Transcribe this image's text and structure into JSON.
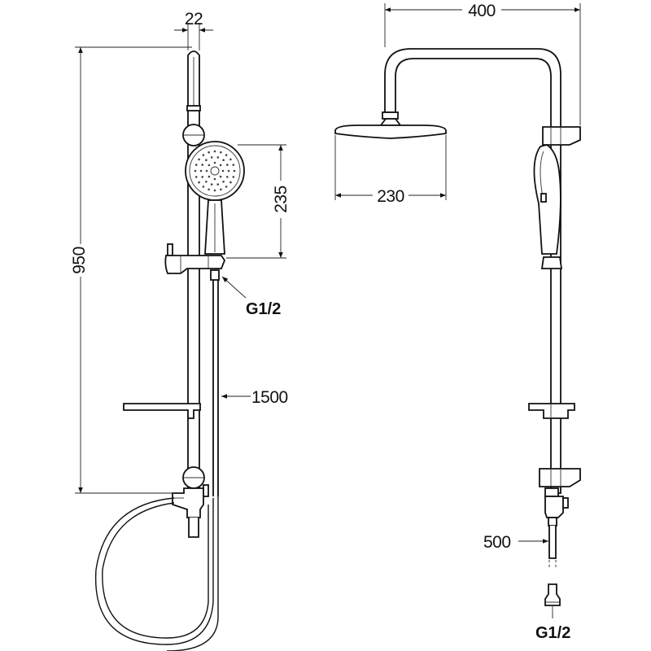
{
  "dimensions": {
    "rail_diameter": "22",
    "total_height": "950",
    "hand_shower_height": "235",
    "inlet_thread_left": "G1/2",
    "hose_length": "1500",
    "arm_width": "400",
    "head_diameter": "230",
    "extension_length": "500",
    "inlet_thread_right": "G1/2"
  },
  "colors": {
    "line": "#111111",
    "background": "#ffffff"
  }
}
